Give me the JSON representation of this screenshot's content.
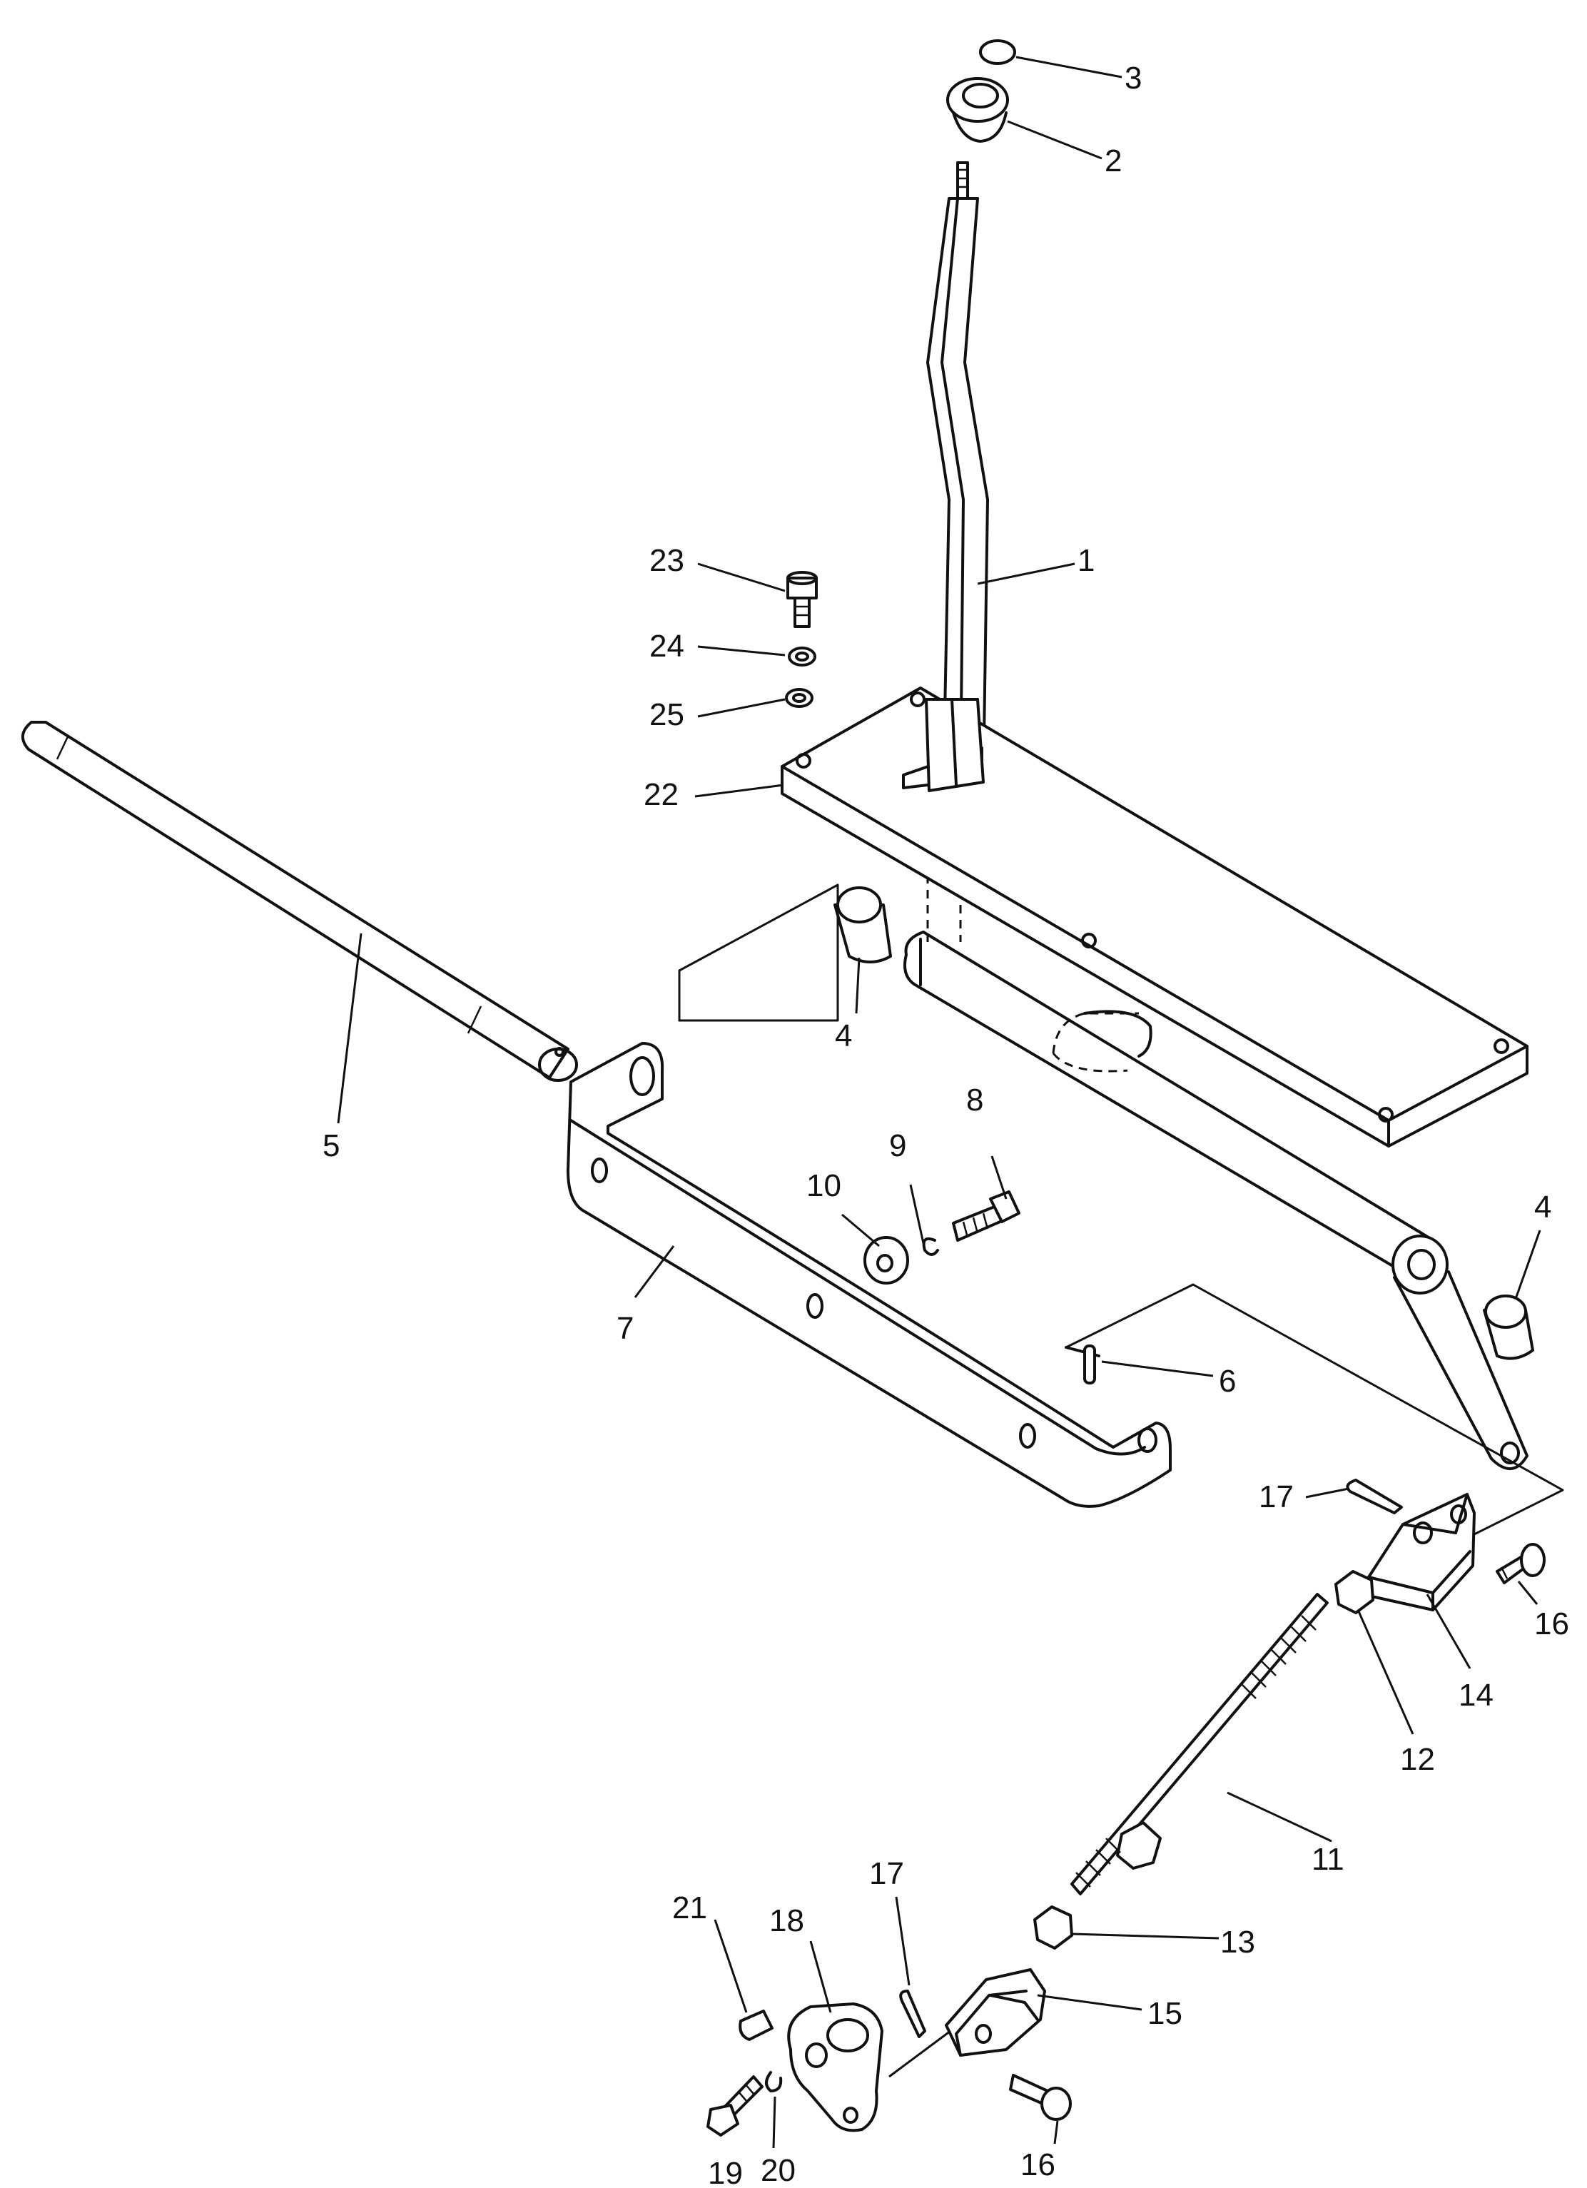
{
  "callouts": {
    "c1": "1",
    "c2": "2",
    "c3": "3",
    "c4a": "4",
    "c4b": "4",
    "c5": "5",
    "c6": "6",
    "c7": "7",
    "c8": "8",
    "c9": "9",
    "c10": "10",
    "c11": "11",
    "c12": "12",
    "c13": "13",
    "c14": "14",
    "c15": "15",
    "c16a": "16",
    "c16b": "16",
    "c17a": "17",
    "c17b": "17",
    "c18": "18",
    "c19": "19",
    "c20": "20",
    "c21": "21",
    "c22": "22",
    "c23": "23",
    "c24": "24",
    "c25": "25"
  }
}
